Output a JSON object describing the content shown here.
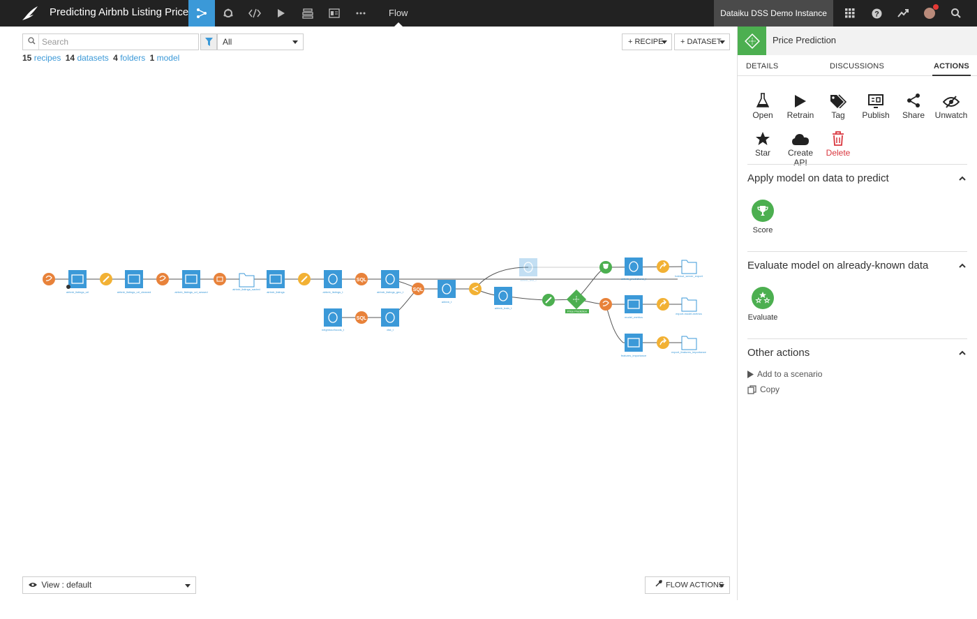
{
  "topbar": {
    "project_title": "Predicting Airbnb Listing Price",
    "nav_icons": [
      "flow-icon",
      "models-icon",
      "code-icon",
      "run-icon",
      "datasets-icon",
      "dashboards-icon",
      "more-icon"
    ],
    "current_section": "Flow",
    "instance_name": "Dataiku DSS Demo Instance",
    "right_icons": [
      "apps-grid-icon",
      "help-icon",
      "activity-icon",
      "avatar",
      "search-icon"
    ]
  },
  "toolbar": {
    "search_placeholder": "Search",
    "filter_value": "All",
    "counts": [
      {
        "num": "15",
        "label": "recipes"
      },
      {
        "num": "14",
        "label": "datasets"
      },
      {
        "num": "4",
        "label": "folders"
      },
      {
        "num": "1",
        "label": "model"
      }
    ],
    "recipe_button": "+ RECIPE",
    "dataset_button": "+ DATASET"
  },
  "flow": {
    "node_labels": [
      "airbnb_listings_url",
      "airbnb_listings_url_cleaned",
      "airbnb_listings_url_sessed",
      "airbnb_listings_sacted",
      "airbnb_listings",
      "airbnb_listings_t",
      "airbnb_listings_geo_t",
      "neighbourhoods_t",
      "dist_t",
      "airbnb_t",
      "airbnb_test_t",
      "airbnb_train_t",
      "Price Prediction",
      "airbnb_predictions_t",
      "holdout_server_export",
      "model_metrics",
      "export-model-metrics",
      "features_importance",
      "export_features_importance"
    ],
    "colors": {
      "dataset": "#3b99d8",
      "python": "#e8823a",
      "visual": "#f2b134",
      "model": "#4caf50"
    }
  },
  "footer": {
    "view_label": "View : default",
    "flow_actions": "FLOW ACTIONS"
  },
  "panel": {
    "title": "Price Prediction",
    "tabs": [
      "DETAILS",
      "DISCUSSIONS",
      "ACTIONS"
    ],
    "active_tab": "ACTIONS",
    "actions": [
      "Open",
      "Retrain",
      "Tag",
      "Publish",
      "Share",
      "Unwatch",
      "Star",
      "Create API",
      "Delete"
    ],
    "sections": [
      {
        "title": "Apply model on data to predict",
        "items": [
          "Score"
        ]
      },
      {
        "title": "Evaluate model on already-known data",
        "items": [
          "Evaluate"
        ]
      },
      {
        "title": "Other actions",
        "items": [
          "Add to a scenario",
          "Copy"
        ]
      }
    ]
  }
}
